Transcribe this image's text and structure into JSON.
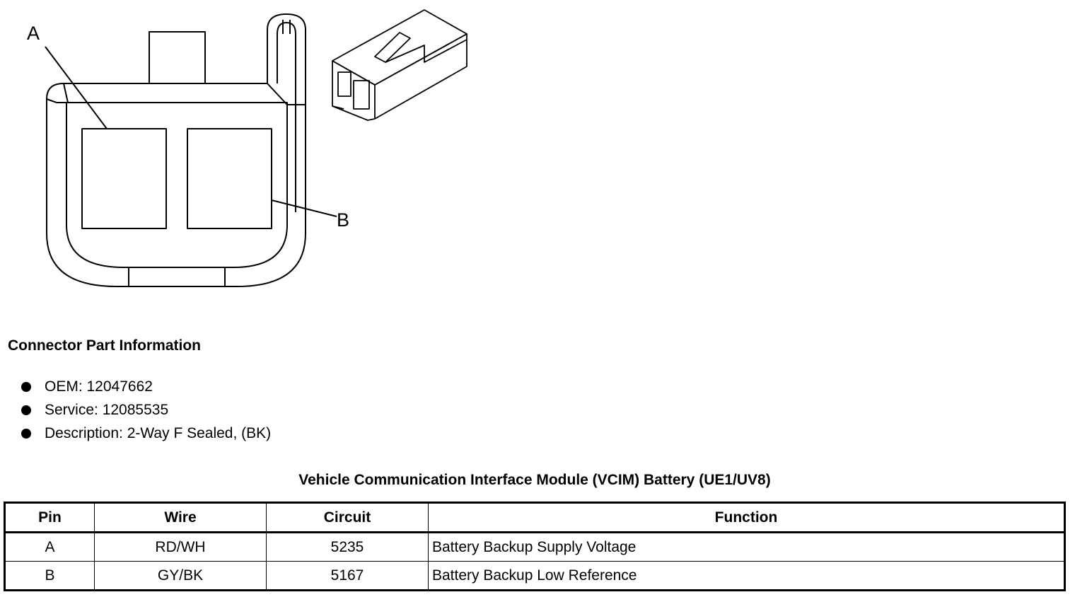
{
  "diagram": {
    "callouts": [
      "A",
      "B"
    ]
  },
  "connector_info": {
    "heading": "Connector Part Information",
    "items": [
      "OEM: 12047662",
      "Service: 12085535",
      "Description: 2-Way F Sealed, (BK)"
    ]
  },
  "table": {
    "title": "Vehicle Communication Interface Module (VCIM) Battery (UE1/UV8)",
    "headers": [
      "Pin",
      "Wire",
      "Circuit",
      "Function"
    ],
    "rows": [
      [
        "A",
        "RD/WH",
        "5235",
        "Battery Backup Supply Voltage"
      ],
      [
        "B",
        "GY/BK",
        "5167",
        "Battery Backup Low Reference"
      ]
    ]
  }
}
